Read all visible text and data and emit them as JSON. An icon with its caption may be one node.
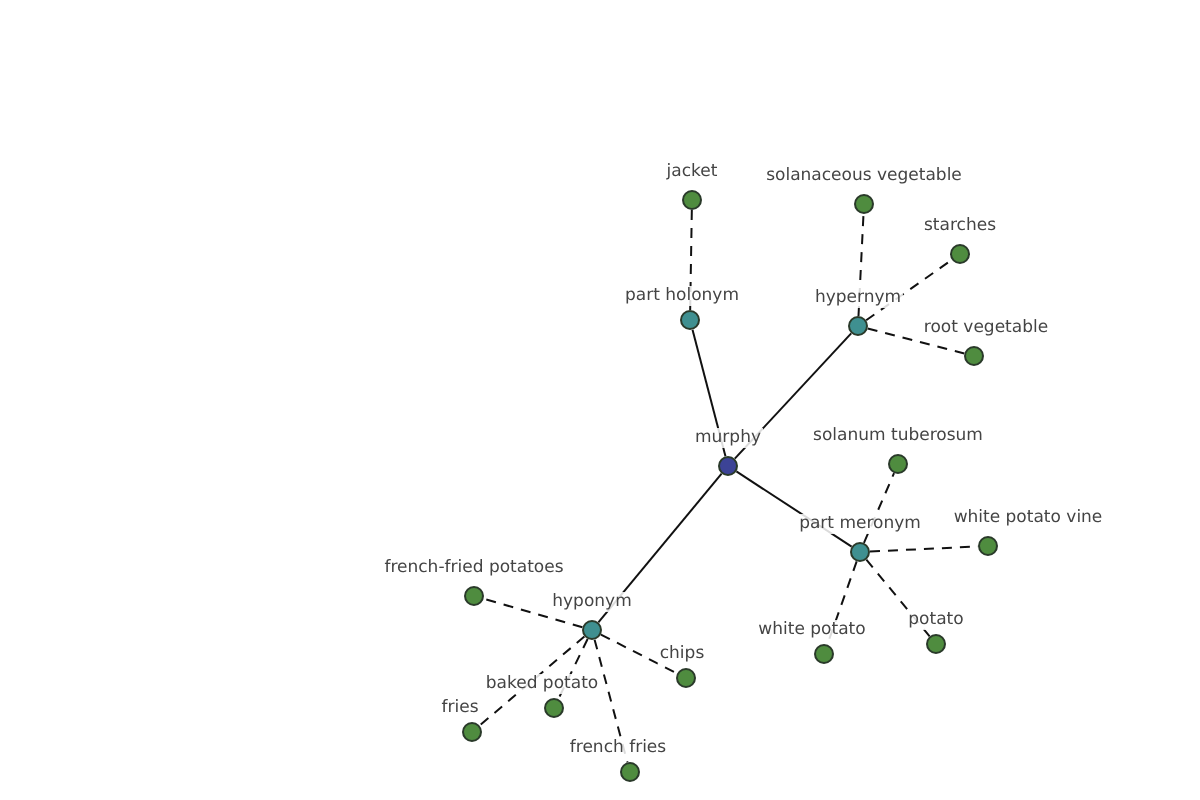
{
  "diagram": {
    "nodes": [
      {
        "text": [
          "murphy"
        ]
      },
      {
        "text": [
          "part holonym"
        ]
      },
      {
        "text": [
          "jacket"
        ]
      },
      {
        "text": [
          "hypernym"
        ]
      },
      {
        "text": [
          "solanaceous vegetable"
        ]
      },
      {
        "text": [
          "starches"
        ]
      },
      {
        "text": [
          "root vegetable"
        ]
      },
      {
        "text": [
          "part meronym"
        ]
      },
      {
        "text": [
          "solanum tuberosum"
        ]
      },
      {
        "text": [
          "white potato vine"
        ]
      },
      {
        "text": [
          "white potato"
        ]
      },
      {
        "text": [
          "potato"
        ]
      },
      {
        "text": [
          "hyponym"
        ]
      },
      {
        "text": [
          "french-fried potatoes"
        ]
      },
      {
        "text": [
          "chips"
        ]
      },
      {
        "text": [
          "baked potato"
        ]
      },
      {
        "text": [
          "fries"
        ]
      },
      {
        "text": [
          "french fries"
        ]
      }
    ],
    "edges": [
      {
        "from": 0,
        "to": 1,
        "arrow": "none"
      },
      {
        "from": 0,
        "to": 3,
        "arrow": "none"
      },
      {
        "from": 0,
        "to": 7,
        "arrow": "none"
      },
      {
        "from": 0,
        "to": 12,
        "arrow": "none"
      },
      {
        "from": 1,
        "to": 2,
        "arrow": "none",
        "style": "dashed"
      },
      {
        "from": 3,
        "to": 4,
        "arrow": "none",
        "style": "dashed"
      },
      {
        "from": 3,
        "to": 5,
        "arrow": "none",
        "style": "dashed"
      },
      {
        "from": 3,
        "to": 6,
        "arrow": "none",
        "style": "dashed"
      },
      {
        "from": 7,
        "to": 8,
        "arrow": "none",
        "style": "dashed"
      },
      {
        "from": 7,
        "to": 9,
        "arrow": "none",
        "style": "dashed"
      },
      {
        "from": 7,
        "to": 10,
        "arrow": "none",
        "style": "dashed"
      },
      {
        "from": 7,
        "to": 11,
        "arrow": "none",
        "style": "dashed"
      },
      {
        "from": 12,
        "to": 13,
        "arrow": "none",
        "style": "dashed"
      },
      {
        "from": 12,
        "to": 14,
        "arrow": "none",
        "style": "dashed"
      },
      {
        "from": 12,
        "to": 15,
        "arrow": "none",
        "style": "dashed"
      },
      {
        "from": 12,
        "to": 16,
        "arrow": "none",
        "style": "dashed"
      },
      {
        "from": 12,
        "to": 17,
        "arrow": "none",
        "style": "dashed"
      }
    ]
  }
}
